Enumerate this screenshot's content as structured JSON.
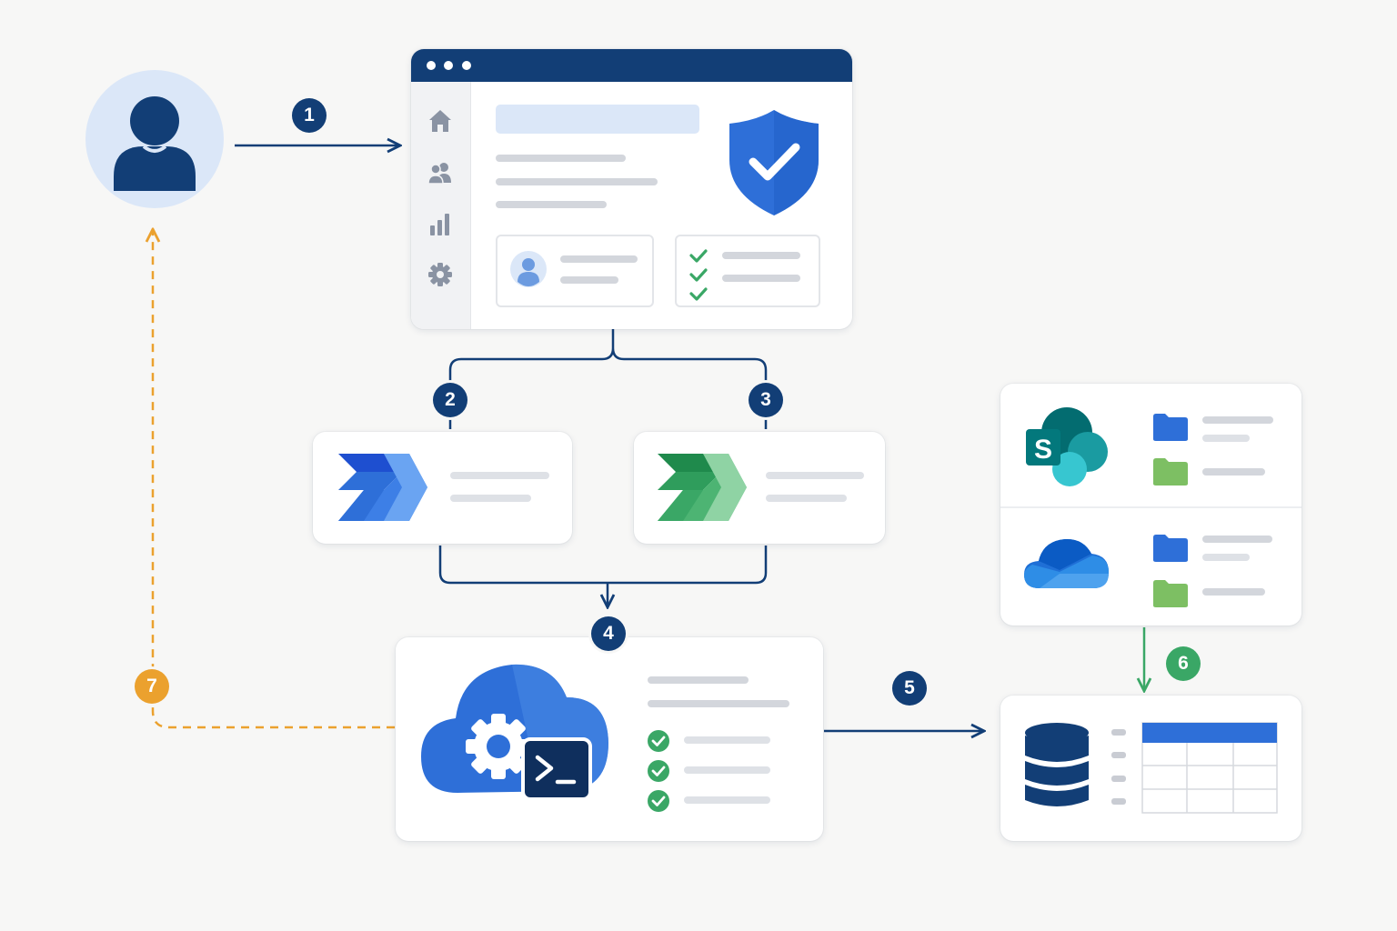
{
  "colors": {
    "navy": "#123e76",
    "primary_blue": "#2e6fd8",
    "light_blue": "#dbe7f8",
    "success_green": "#3aa766",
    "callback_orange": "#eba12e",
    "placeholder_gray": "#d3d6dc"
  },
  "user": {
    "icon": "user-avatar-icon"
  },
  "app_window": {
    "sidebar_icons": [
      "home-icon",
      "users-icon",
      "bar-chart-icon",
      "gear-icon"
    ],
    "hero_icon": "shield-check-icon",
    "checklist_items": 3
  },
  "flows": [
    {
      "icon": "power-automate-blue-icon"
    },
    {
      "icon": "power-automate-green-icon"
    }
  ],
  "automation": {
    "icon": "cloud-gear-terminal-icon",
    "checks": 3
  },
  "storage": [
    {
      "icon": "sharepoint-icon",
      "letter": "S"
    },
    {
      "icon": "onedrive-icon"
    }
  ],
  "database": {
    "icon": "database-icon"
  },
  "steps": {
    "s1": "1",
    "s2": "2",
    "s3": "3",
    "s4": "4",
    "s5": "5",
    "s6": "6",
    "s7": "7"
  }
}
